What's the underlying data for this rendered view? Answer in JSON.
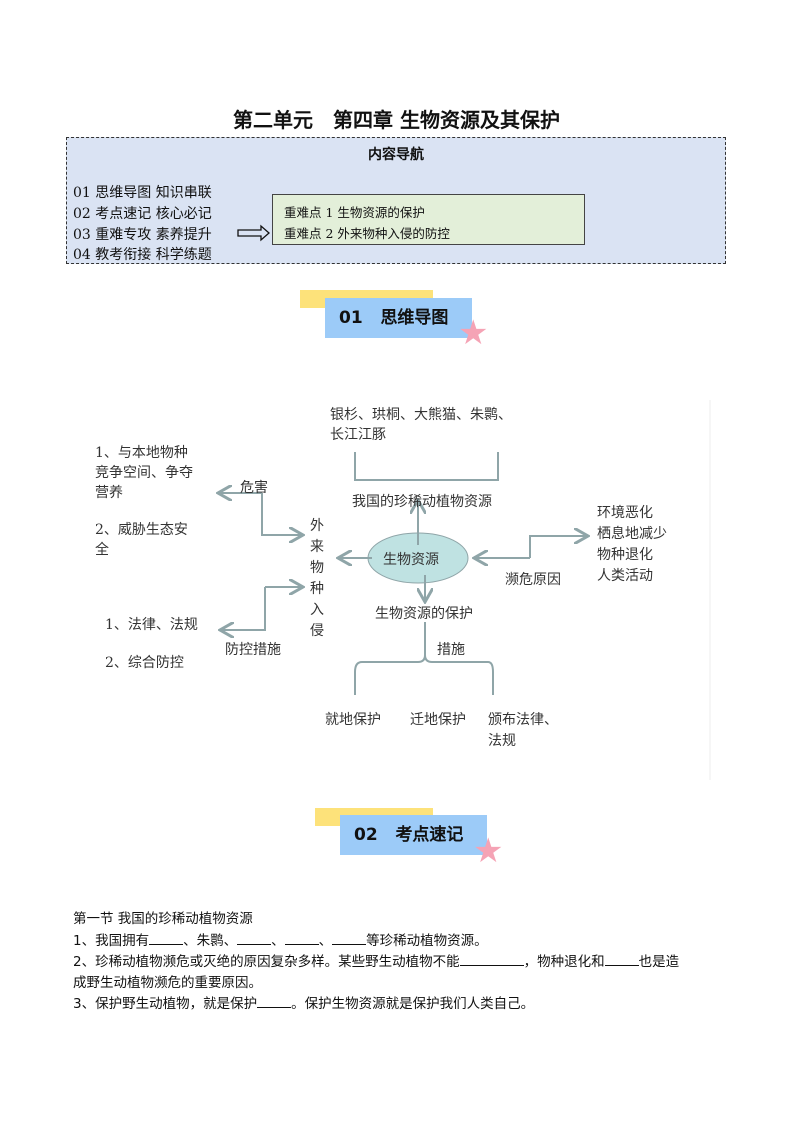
{
  "title": "第二单元　第四章 生物资源及其保护",
  "nav": {
    "title": "内容导航",
    "items": [
      "01  思维导图  知识串联",
      "02  考点速记  核心必记",
      "03  重难专攻  素养提升",
      "04  教考衔接  科学练题"
    ],
    "key_points": [
      "重难点 1  生物资源的保护",
      "重难点 2  外来物种入侵的防控"
    ]
  },
  "sections": [
    {
      "num": "01",
      "label": "思维导图"
    },
    {
      "num": "02",
      "label": "考点速记"
    }
  ],
  "mindmap": {
    "center": "生物资源",
    "rare_species": [
      "银杉、珙桐、大熊猫、朱鹮、",
      "长江江豚"
    ],
    "rare_title": "我国的珍稀动植物资源",
    "cause_label": "濒危原因",
    "causes": [
      "环境恶化",
      "栖息地减少",
      "物种退化",
      "人类活动"
    ],
    "invasion": [
      "外",
      "来",
      "物",
      "种",
      "入",
      "侵"
    ],
    "harm_label": "危害",
    "harms": [
      "1、与本地物种",
      "竞争空间、争夺",
      "营养",
      "2、威胁生态安",
      "全"
    ],
    "control_label": "防控措施",
    "controls": [
      "1、法律、法规",
      "2、综合防控"
    ],
    "protect_title": "生物资源的保护",
    "measure_label": "措施",
    "measures": [
      "就地保护",
      "迁地保护",
      "颁布法律、",
      "法规"
    ]
  },
  "notes": {
    "heading": "第一节  我国的珍稀动植物资源",
    "l1": [
      "1、我国拥有",
      "、朱鹮、",
      "、",
      "、",
      "等珍稀动植物资源。"
    ],
    "l2": [
      "2、珍稀动植物濒危或灭绝的原因复杂多样。某些野生动植物不能",
      "，物种退化和",
      "也是造"
    ],
    "l2b": "成野生动植物濒危的重要原因。",
    "l3": [
      "3、保护野生动植物，就是保护",
      "。保护生物资源就是保护我们人类自己。"
    ]
  },
  "colors": {
    "nav_bg": "#dae3f3",
    "green_bg": "#e3efd9",
    "yellow": "#fde27a",
    "blue": "#9ccbf8",
    "star": "#f5a3b5",
    "line": "#8fa5a8",
    "ellipse": "#bfe2e2"
  }
}
